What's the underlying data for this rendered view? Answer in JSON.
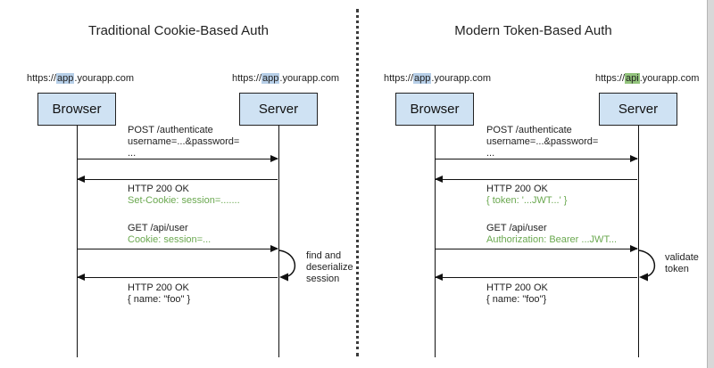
{
  "colors": {
    "box-fill": "#cfe2f3",
    "hl-blue": "#b7cfe8",
    "hl-green": "#93c47d",
    "green-text": "#6aa84f"
  },
  "left": {
    "title": "Traditional Cookie-Based Auth",
    "browser": {
      "label": "Browser",
      "url_prefix": "https://",
      "url_hl": "app",
      "url_suffix": ".yourapp.com"
    },
    "server": {
      "label": "Server",
      "url_prefix": "https://",
      "url_hl": "app",
      "url_suffix": ".yourapp.com"
    },
    "messages": {
      "m1": {
        "l1": "POST /authenticate",
        "l2": "username=...&password=",
        "l3": "..."
      },
      "m2": {
        "l1": "HTTP 200 OK",
        "l2": "Set-Cookie: session=......."
      },
      "m3": {
        "l1": "GET /api/user",
        "l2": "Cookie: session=..."
      },
      "m4": {
        "l1": "HTTP 200 OK",
        "l2": "{ name: \"foo\" }"
      }
    },
    "loop_label": "find and\ndeserialize\nsession"
  },
  "right": {
    "title": "Modern Token-Based Auth",
    "browser": {
      "label": "Browser",
      "url_prefix": "https://",
      "url_hl": "app",
      "url_suffix": ".yourapp.com"
    },
    "server": {
      "label": "Server",
      "url_prefix": "https://",
      "url_hl": "api",
      "url_suffix": ".yourapp.com"
    },
    "messages": {
      "m1": {
        "l1": "POST /authenticate",
        "l2": "username=...&password=",
        "l3": "..."
      },
      "m2": {
        "l1": "HTTP 200 OK",
        "l2": "{ token: '...JWT...' }"
      },
      "m3": {
        "l1": "GET /api/user",
        "l2": "Authorization: Bearer ...JWT..."
      },
      "m4": {
        "l1": "HTTP 200 OK",
        "l2": "{ name: \"foo\"}"
      }
    },
    "loop_label": "validate\ntoken"
  }
}
